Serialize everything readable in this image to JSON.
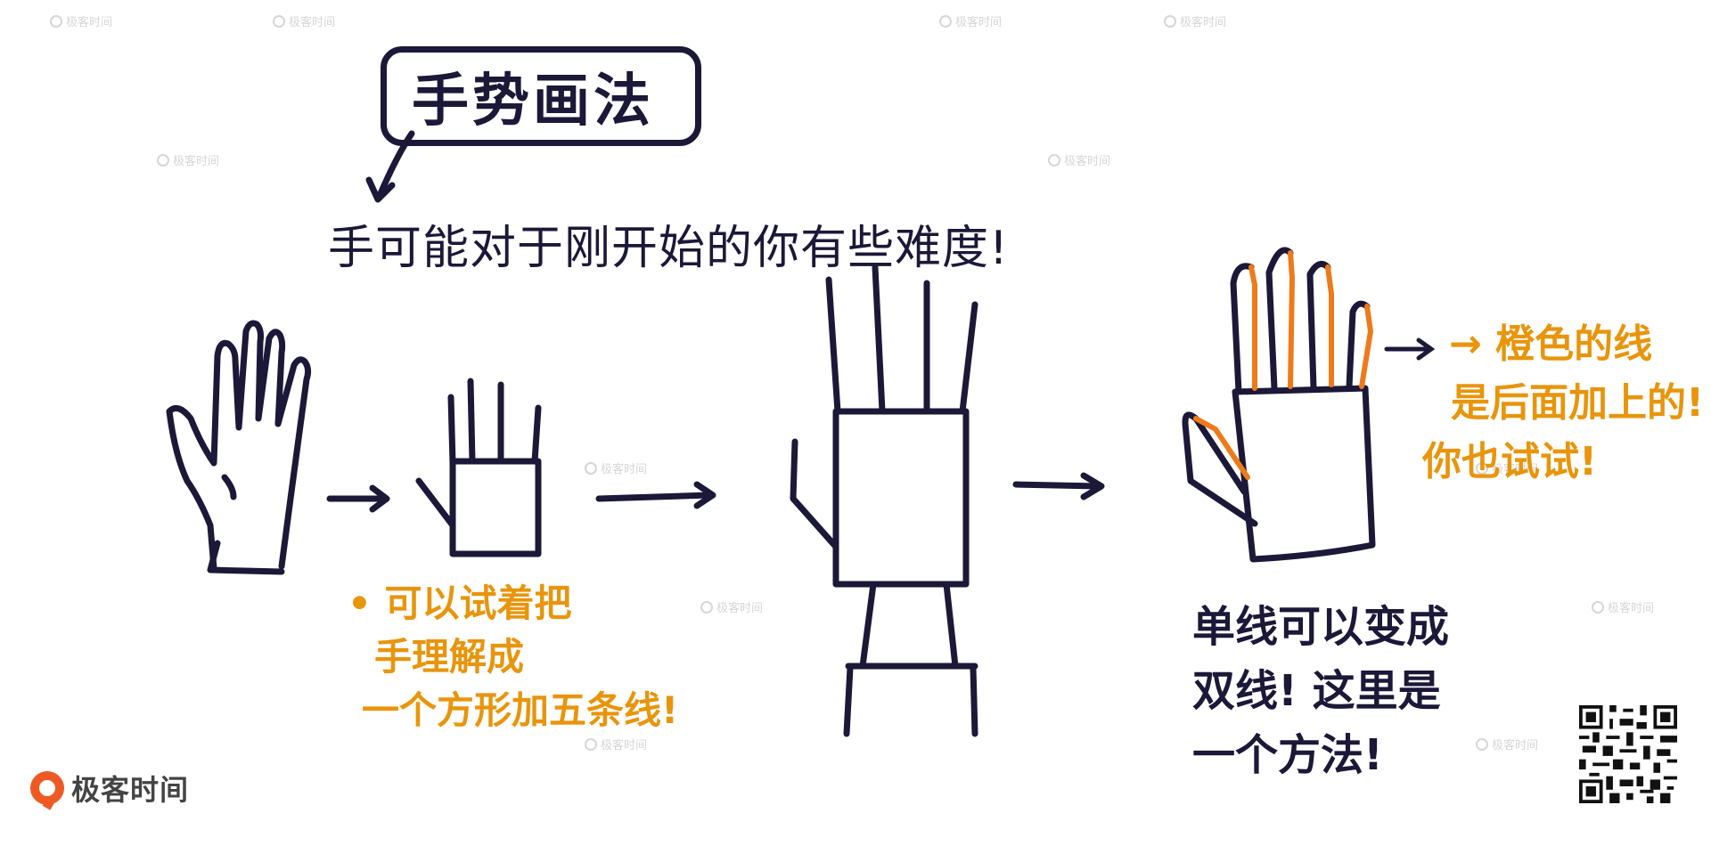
{
  "title": "手势画法",
  "subtitle": "手可能对于刚开始的你有些难度!",
  "note_left": [
    "• 可以试着把",
    "手理解成",
    "一个方形加五条线!"
  ],
  "note_right": [
    "→ 橙色的线",
    "是后面加上的!",
    "你也试试!"
  ],
  "note_bottom": [
    "单线可以变成",
    "双线! 这里是",
    "一个方法!"
  ],
  "watermark": "极客时间",
  "logo_text": "极客时间",
  "colors": {
    "ink": "#1b1838",
    "accent": "#e8950c",
    "orange_line": "#ee7a1a",
    "brand": "#ee5a24"
  },
  "icons": {
    "logo": "geektime-logo-icon",
    "qr": "qr-code-icon"
  }
}
